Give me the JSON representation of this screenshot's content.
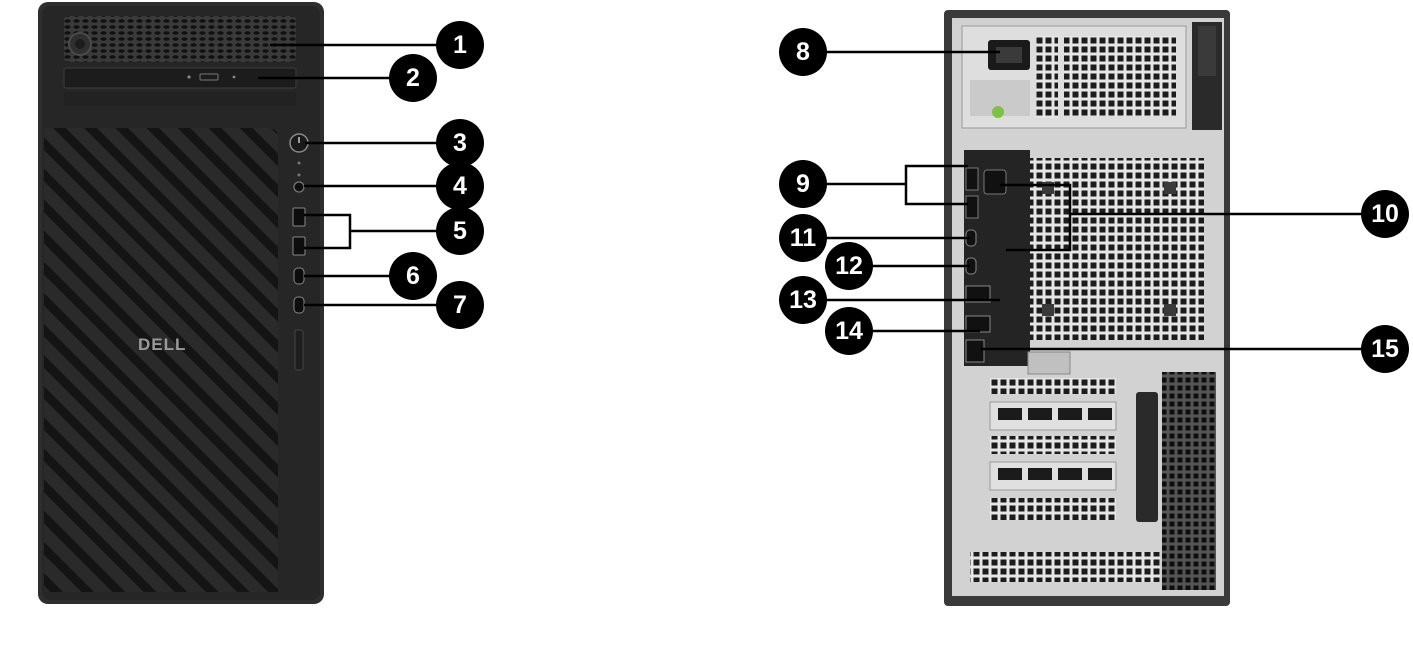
{
  "diagram": {
    "front_logo": "DELL",
    "callouts": [
      {
        "id": "callout-1",
        "label": "1"
      },
      {
        "id": "callout-2",
        "label": "2"
      },
      {
        "id": "callout-3",
        "label": "3"
      },
      {
        "id": "callout-4",
        "label": "4"
      },
      {
        "id": "callout-5",
        "label": "5"
      },
      {
        "id": "callout-6",
        "label": "6"
      },
      {
        "id": "callout-7",
        "label": "7"
      },
      {
        "id": "callout-8",
        "label": "8"
      },
      {
        "id": "callout-9",
        "label": "9"
      },
      {
        "id": "callout-10",
        "label": "10"
      },
      {
        "id": "callout-11",
        "label": "11"
      },
      {
        "id": "callout-12",
        "label": "12"
      },
      {
        "id": "callout-13",
        "label": "13"
      },
      {
        "id": "callout-14",
        "label": "14"
      },
      {
        "id": "callout-15",
        "label": "15"
      }
    ],
    "colors": {
      "chassis": "#2b2b2b",
      "chassis_dark": "#1a1a1a",
      "rear_panel": "#d9d9d9",
      "callout": "#000000",
      "callout_text": "#ffffff",
      "psu_led": "#7dc242"
    }
  }
}
